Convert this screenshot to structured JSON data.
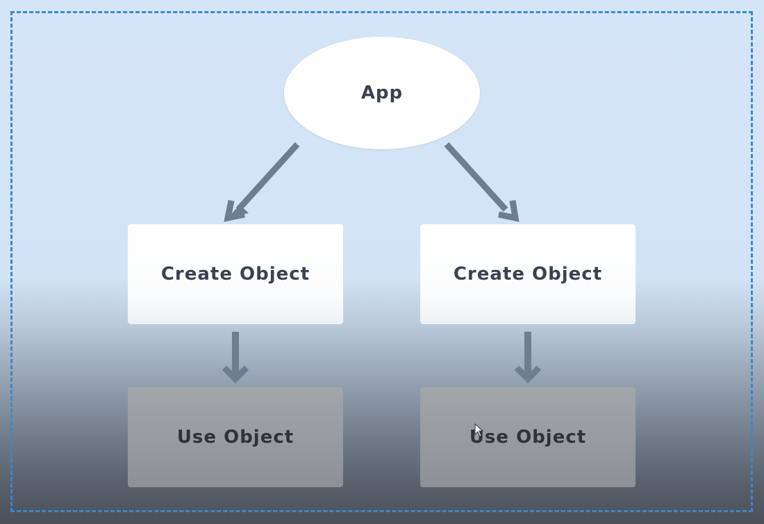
{
  "diagram": {
    "root": {
      "label": "App"
    },
    "branches": [
      {
        "create_label": "Create Object",
        "use_label": "Use Object"
      },
      {
        "create_label": "Create Object",
        "use_label": "Use Object"
      }
    ]
  },
  "colors": {
    "frame_border": "#3d87c8",
    "arrow": "#6e7e90",
    "background_top": "#d4e5f7",
    "background_bottom": "#4a515b"
  }
}
